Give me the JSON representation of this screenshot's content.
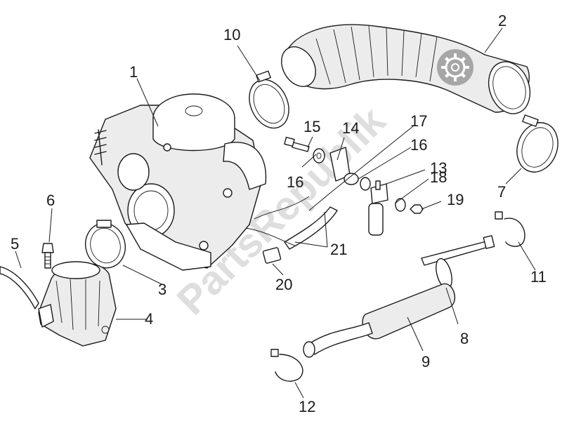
{
  "watermark": {
    "text": "PartsRepublik"
  },
  "callouts": [
    {
      "id": "1",
      "label": "1"
    },
    {
      "id": "2",
      "label": "2"
    },
    {
      "id": "3",
      "label": "3"
    },
    {
      "id": "4",
      "label": "4"
    },
    {
      "id": "5",
      "label": "5"
    },
    {
      "id": "6",
      "label": "6"
    },
    {
      "id": "7",
      "label": "7"
    },
    {
      "id": "8",
      "label": "8"
    },
    {
      "id": "9",
      "label": "9"
    },
    {
      "id": "10",
      "label": "10"
    },
    {
      "id": "11",
      "label": "11"
    },
    {
      "id": "12",
      "label": "12"
    },
    {
      "id": "13",
      "label": "13"
    },
    {
      "id": "14",
      "label": "14"
    },
    {
      "id": "15",
      "label": "15"
    },
    {
      "id": "16a",
      "label": "16"
    },
    {
      "id": "16b",
      "label": "16"
    },
    {
      "id": "17",
      "label": "17"
    },
    {
      "id": "18",
      "label": "18"
    },
    {
      "id": "19",
      "label": "19"
    },
    {
      "id": "20",
      "label": "20"
    },
    {
      "id": "21",
      "label": "21"
    }
  ]
}
